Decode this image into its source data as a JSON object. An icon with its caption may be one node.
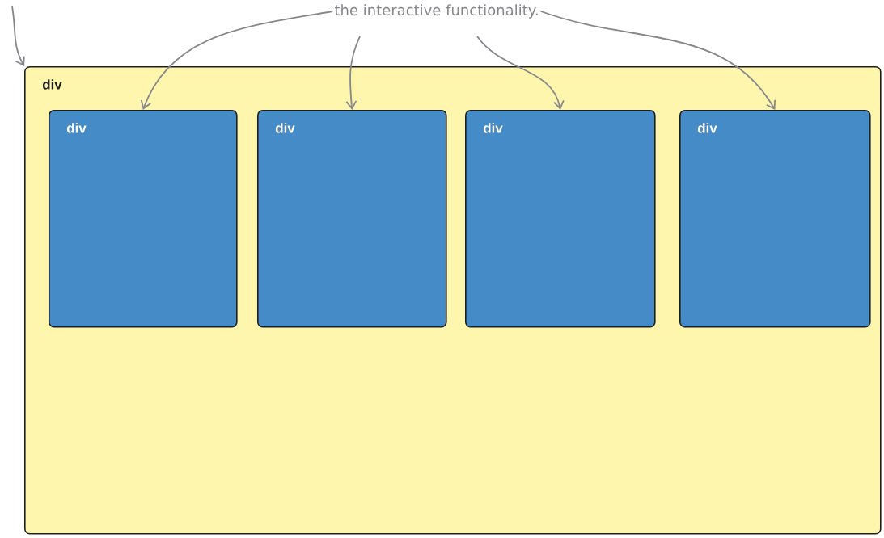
{
  "diagram": {
    "nodes": [
      {
        "text": [
          "the interactive functionality."
        ]
      },
      {
        "text": [
          "div"
        ]
      },
      {
        "text": [
          "div"
        ],
        "in": 1
      },
      {
        "text": [
          "div"
        ],
        "in": 1
      },
      {
        "text": [
          "div"
        ],
        "in": 1
      },
      {
        "text": [
          "div"
        ],
        "in": 1
      }
    ],
    "edges": [
      {
        "from": null,
        "to": 1,
        "arrow": "to"
      },
      {
        "from": 0,
        "to": 2,
        "arrow": "to"
      },
      {
        "from": 0,
        "to": 3,
        "arrow": "to"
      },
      {
        "from": 0,
        "to": 4,
        "arrow": "to"
      },
      {
        "from": 0,
        "to": 5,
        "arrow": "to"
      }
    ]
  }
}
